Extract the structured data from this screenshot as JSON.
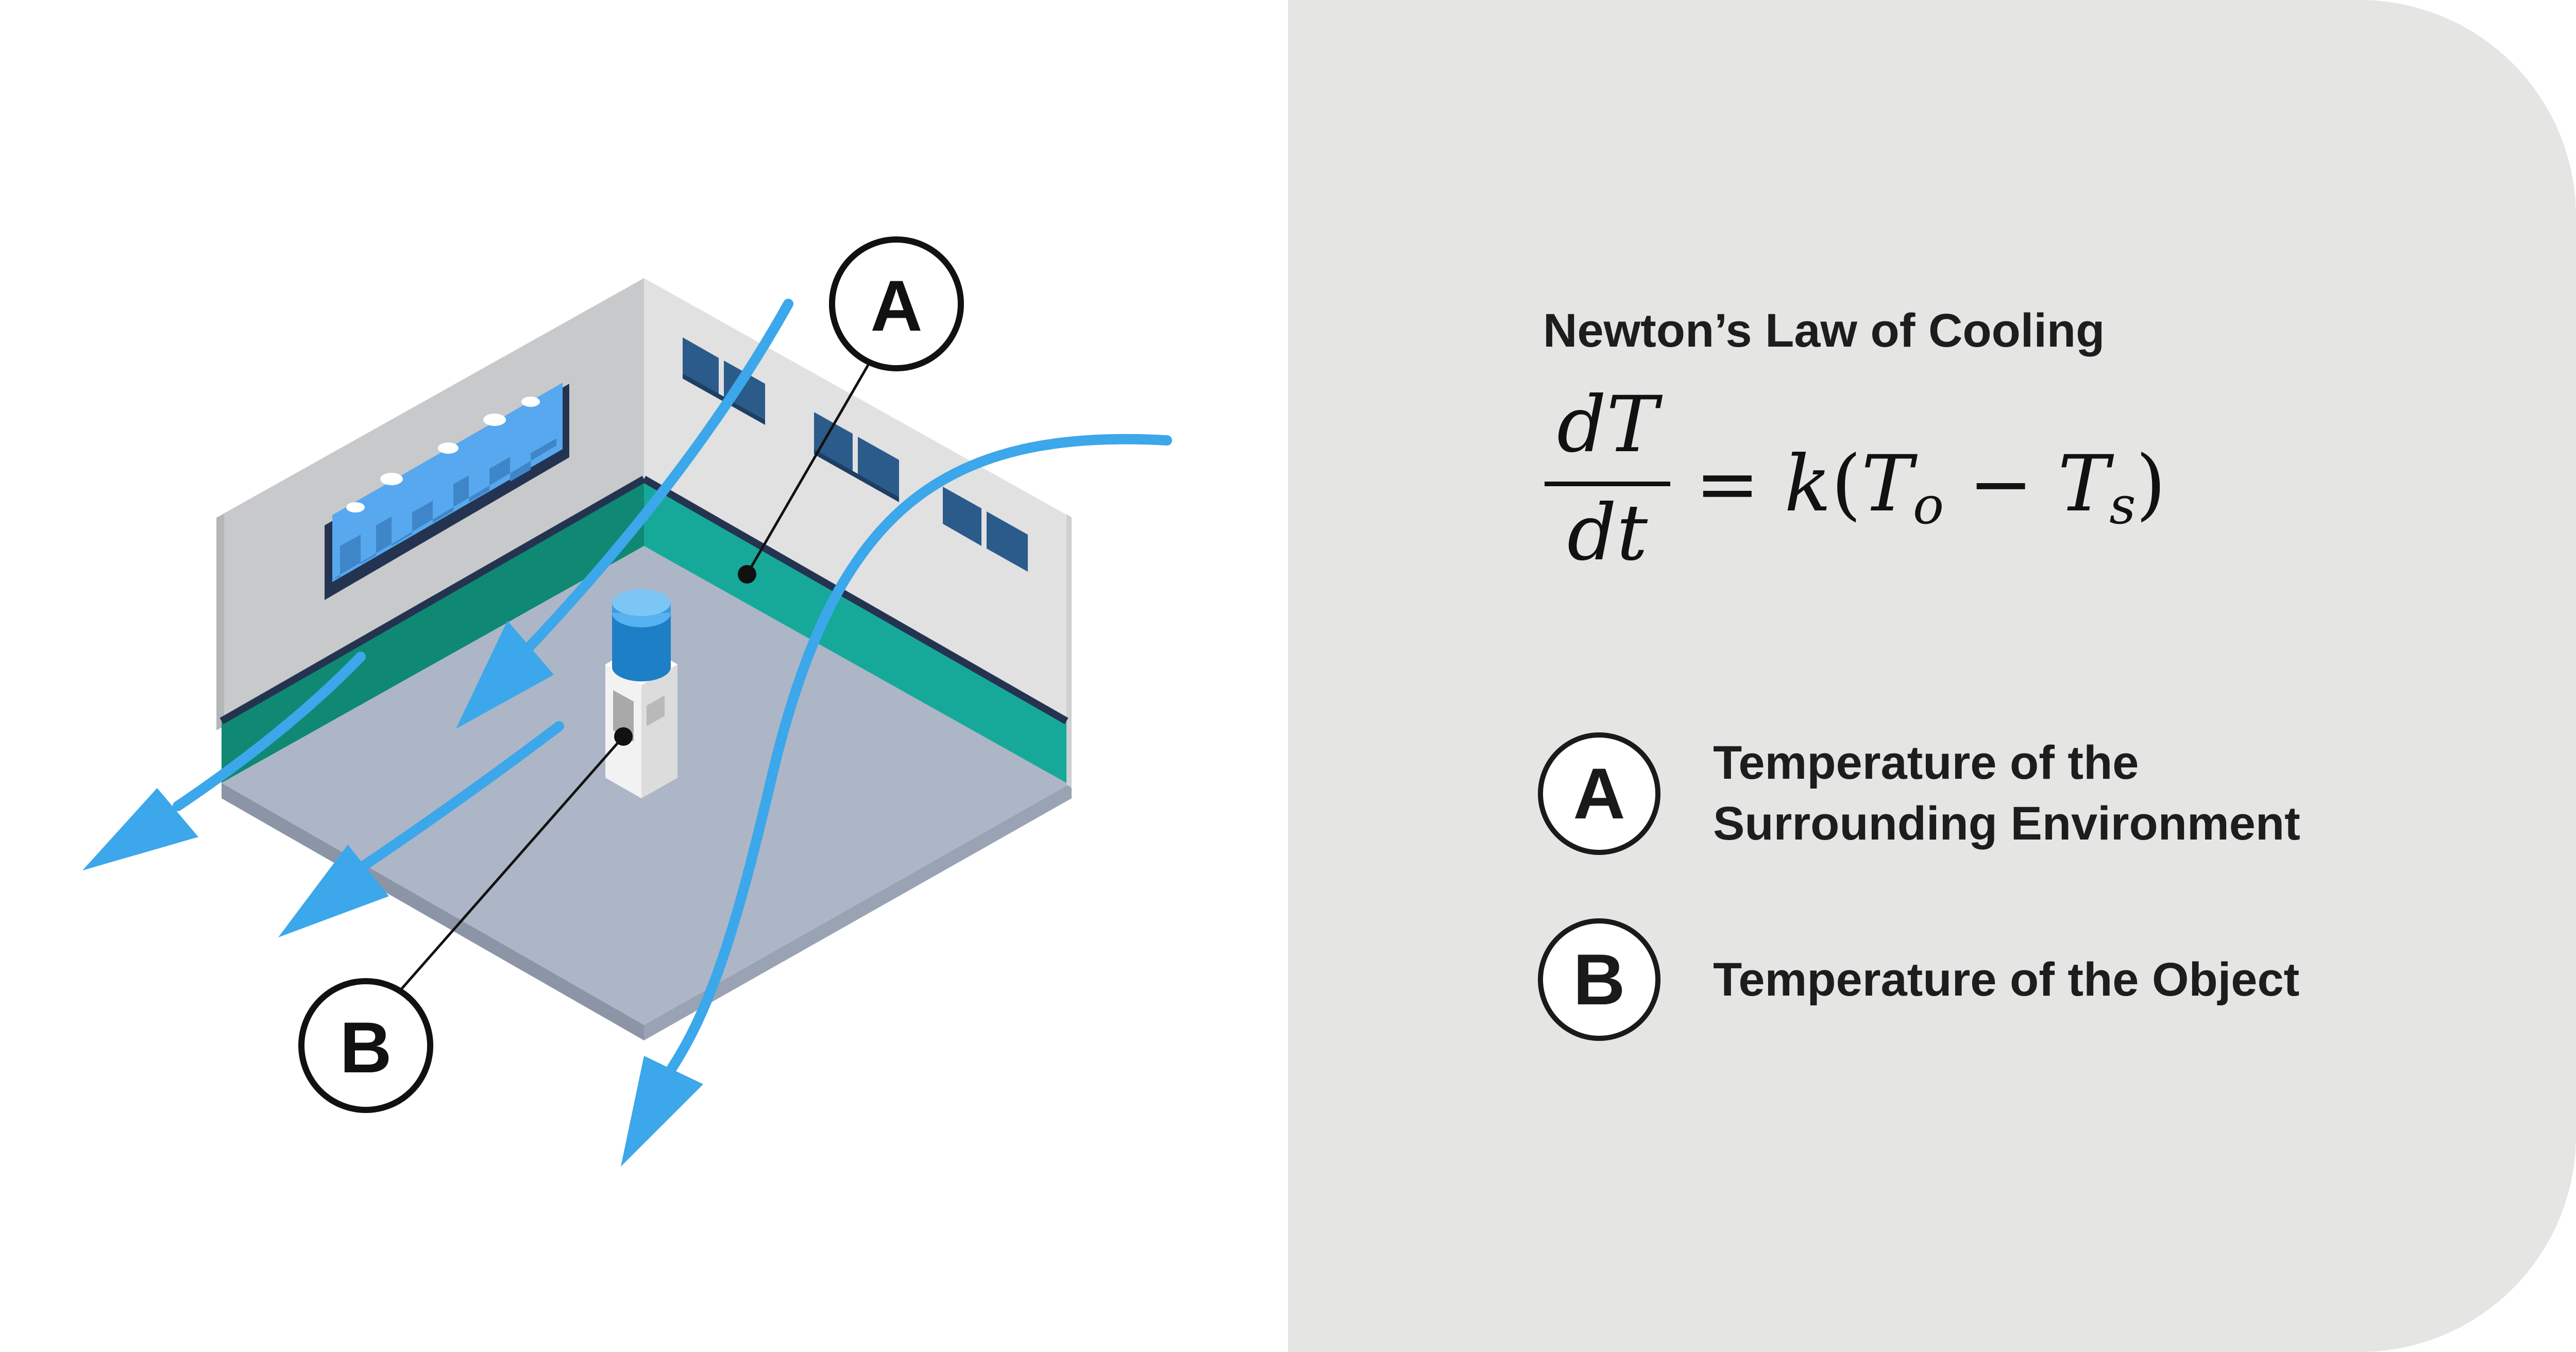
{
  "panel": {
    "title": "Newton’s Law of Cooling",
    "formula": {
      "numerator": "dT",
      "denominator": "dt",
      "rhs_equals": "=",
      "rhs_k": "k",
      "open_paren": "(",
      "T": "T",
      "sub_o": "o",
      "minus": "−",
      "sub_s": "s",
      "close_paren": ")"
    },
    "legend": [
      {
        "letter": "A",
        "line1": "Temperature of the",
        "line2": "Surrounding Environment"
      },
      {
        "letter": "B",
        "line1": "Temperature of the Object",
        "line2": ""
      }
    ]
  },
  "illustration": {
    "callout_a": "A",
    "callout_b": "B"
  },
  "colors": {
    "panel_bg": "#e5e5e4",
    "arrow_blue": "#3ca7ea",
    "teal_trim": "#16a99a",
    "navy_edge": "#243450",
    "wall_left": "#c8c9cb",
    "wall_right": "#e1e1e2",
    "floor": "#acb6c6",
    "window_blue": "#2b5b8a"
  }
}
